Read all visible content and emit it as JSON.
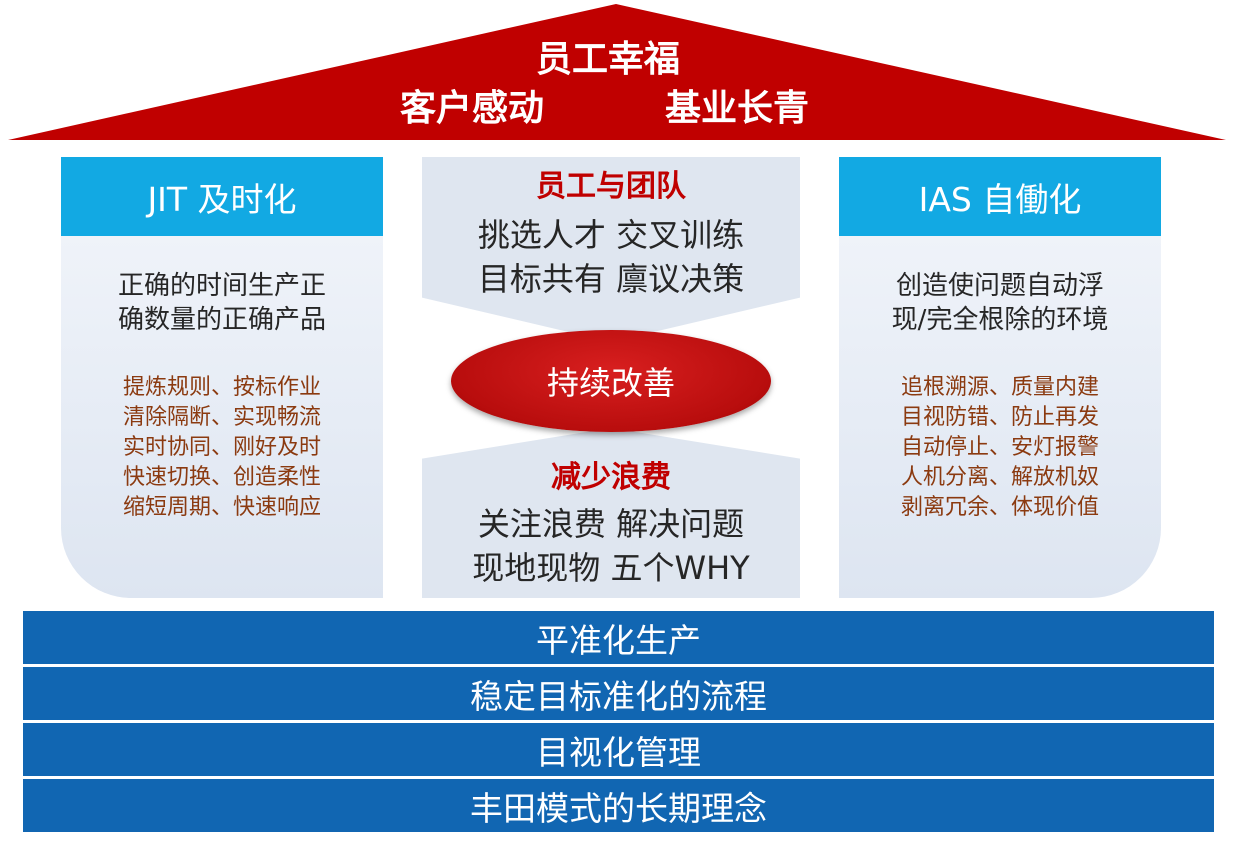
{
  "roof": {
    "line1": "员工幸福",
    "line2_left": "客户感动",
    "line2_right": "基业长青",
    "color": "#c00000"
  },
  "left_pillar": {
    "title": "JIT 及时化",
    "description": [
      "正确的时间生产正",
      "确数量的正确产品"
    ],
    "items": [
      "提炼规则、按标作业",
      "清除隔断、实现畅流",
      "实时协同、刚好及时",
      "快速切换、创造柔性",
      "缩短周期、快速响应"
    ]
  },
  "right_pillar": {
    "title": "IAS 自働化",
    "description": [
      "创造使问题自动浮",
      "现/完全根除的环境"
    ],
    "items": [
      "追根溯源、质量内建",
      "目视防错、防止再发",
      "自动停止、安灯报警",
      "人机分离、解放机奴",
      "剥离冗余、体现价值"
    ]
  },
  "center": {
    "top_title": "员工与团队",
    "top_lines": [
      "挑选人才  交叉训练",
      "目标共有  廪议决策"
    ],
    "ellipse_label": "持续改善",
    "bottom_title": "减少浪费",
    "bottom_lines": [
      "关注浪费  解决问题",
      "现地现物  五个WHY"
    ]
  },
  "foundation": [
    "平准化生产",
    "稳定目标准化的流程",
    "目视化管理",
    "丰田模式的长期理念"
  ],
  "colors": {
    "accent_red": "#c00000",
    "pillar_header_blue": "#12a9e3",
    "foundation_blue": "#1166b2",
    "list_brown": "#8b3a10"
  }
}
